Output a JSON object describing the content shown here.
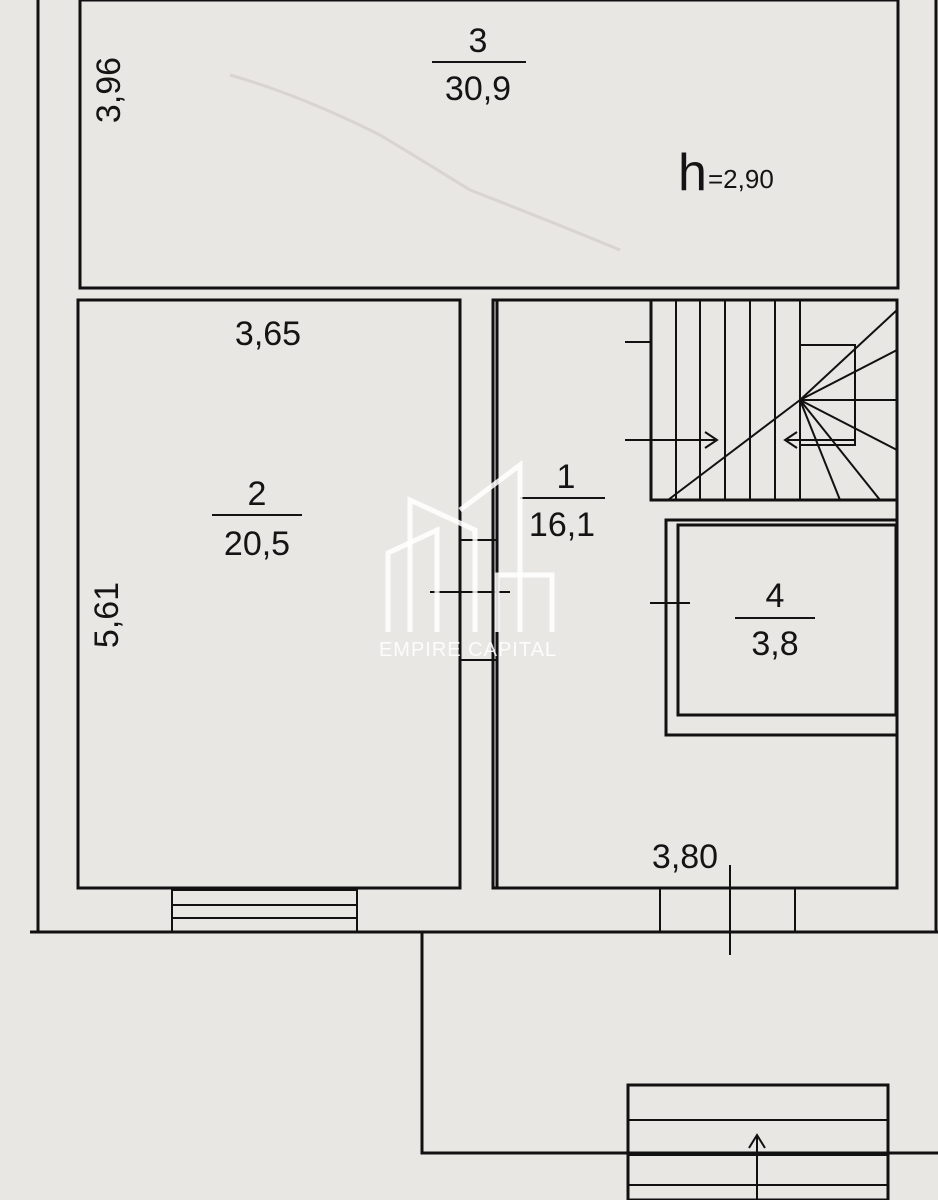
{
  "plan": {
    "ceiling_height": {
      "symbol": "h",
      "value": "=2,90"
    },
    "rooms": [
      {
        "number": "1",
        "area": "16,1"
      },
      {
        "number": "2",
        "area": "20,5"
      },
      {
        "number": "3",
        "area": "30,9"
      },
      {
        "number": "4",
        "area": "3,8"
      }
    ],
    "dimensions": {
      "room3_height": "3,96",
      "room2_width": "3,65",
      "room2_height": "5,61",
      "room1_width": "3,80"
    }
  },
  "watermark": {
    "text": "EMPIRE CAPITAL",
    "color": "#ffffff"
  },
  "colors": {
    "paper": "#e9e7e4",
    "lines": "#111111"
  }
}
